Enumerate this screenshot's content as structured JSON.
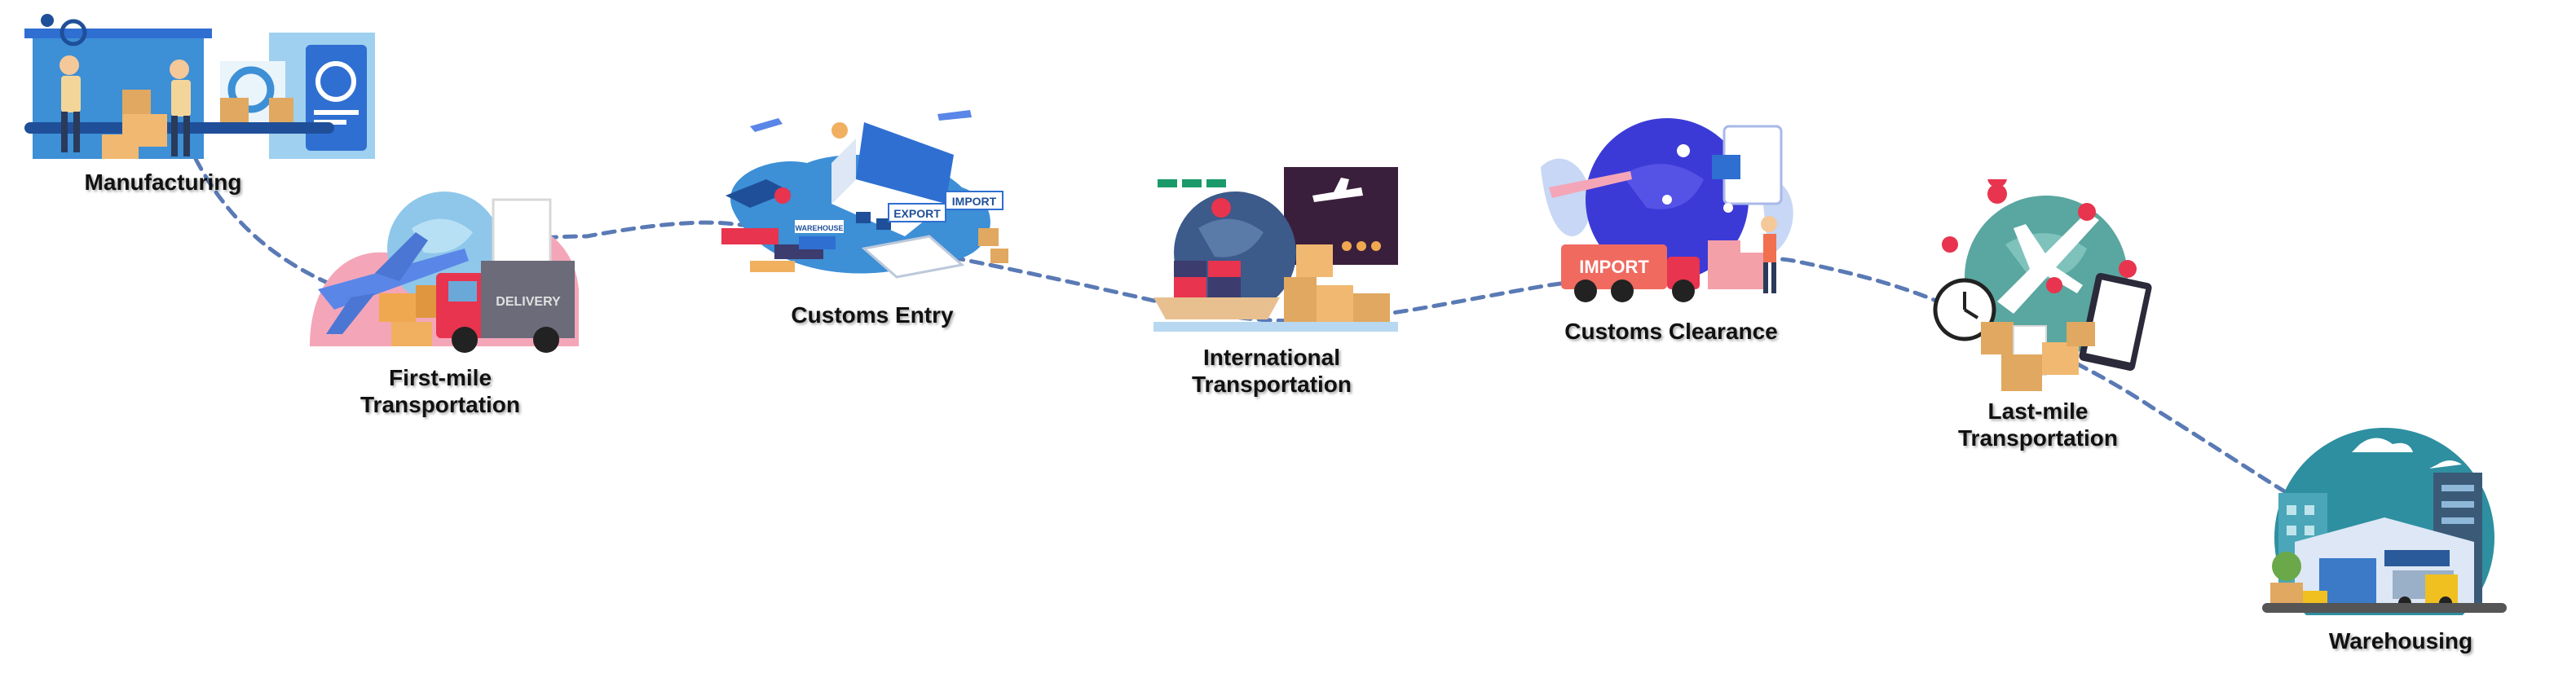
{
  "stages": [
    {
      "name": "Manufacturing",
      "label": "Manufacturing"
    },
    {
      "name": "First-mile Transportation",
      "label": "First-mile\nTransportation"
    },
    {
      "name": "Customs Entry",
      "label": "Customs Entry"
    },
    {
      "name": "International Transportation",
      "label": "International\nTransportation"
    },
    {
      "name": "Customs Clearance",
      "label": "Customs Clearance"
    },
    {
      "name": "Last-mile Transportation",
      "label": "Last-mile\nTransportation"
    },
    {
      "name": "Warehousing",
      "label": "Warehousing"
    }
  ],
  "image_text": {
    "delivery_truck": "DELIVERY",
    "export_sign": "EXPORT",
    "import_sign": "IMPORT",
    "warehouse_sign": "WAREHOUSE",
    "import_truck": "IMPORT"
  },
  "colors": {
    "path": "#5a7ab5",
    "primary_blue": "#2f6fd1",
    "light_blue": "#9fd0f0",
    "box_tan": "#e0a860",
    "truck_red": "#e84050",
    "teal": "#2e8fa0",
    "purple_globe": "#3c3ad6"
  }
}
